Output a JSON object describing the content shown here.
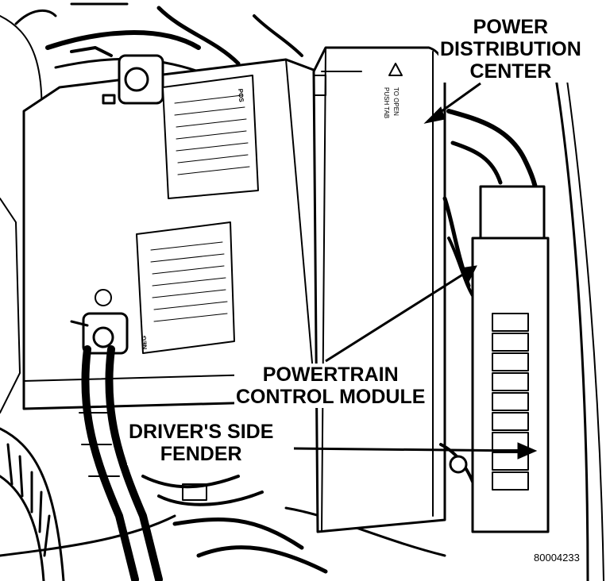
{
  "labels": {
    "pdc_line1": "POWER",
    "pdc_line2": "DISTRIBUTION",
    "pdc_line3": "CENTER",
    "pcm_line1": "POWERTRAIN",
    "pcm_line2": "CONTROL MODULE",
    "fender_line1": "DRIVER'S SIDE",
    "fender_line2": "FENDER"
  },
  "decals": {
    "pos": "POS",
    "neg": "NEG",
    "push_tab": "PUSH TAB",
    "to_open": "TO OPEN"
  },
  "figure_id": "80004233"
}
